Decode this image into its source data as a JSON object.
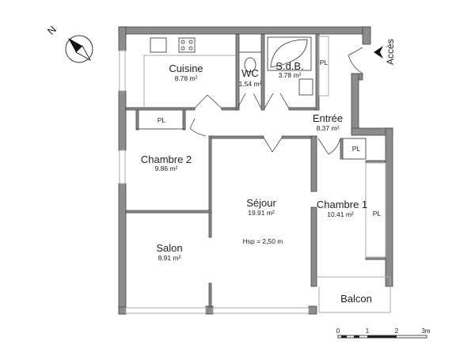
{
  "compass": {
    "north_label": "N"
  },
  "entrance": {
    "label": "Accès"
  },
  "rooms": [
    {
      "name": "Cuisine",
      "area": "8.78 m²"
    },
    {
      "name": "WC",
      "area": "1.54 m²"
    },
    {
      "name": "S.d.B.",
      "area": "3.78 m²"
    },
    {
      "name": "Entrée",
      "area": "8.37 m²"
    },
    {
      "name": "Chambre 2",
      "area": "9.86 m²"
    },
    {
      "name": "Séjour",
      "area": "19.91 m²"
    },
    {
      "name": "Chambre 1",
      "area": "10.41 m²"
    },
    {
      "name": "Salon",
      "area": "8.91 m²"
    },
    {
      "name": "Balcon",
      "area": ""
    }
  ],
  "closets": [
    "PL",
    "PL",
    "PL",
    "PL"
  ],
  "ceiling_height": "Hsp = 2,50 m",
  "scale": {
    "ticks": [
      "0",
      "1",
      "2",
      "3m"
    ]
  }
}
